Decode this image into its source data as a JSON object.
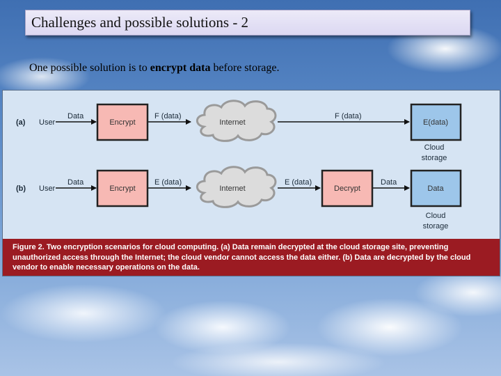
{
  "slide": {
    "title": "Challenges and possible solutions - 2",
    "subtitle_prefix": "One possible solution is to ",
    "subtitle_bold": "encrypt data",
    "subtitle_suffix": " before storage."
  },
  "figure": {
    "row_a": {
      "label": "(a)",
      "user": "User",
      "data_label": "Data",
      "encrypt": "Encrypt",
      "enc_out": "F (data)",
      "internet": "Internet",
      "after_internet": "F (data)",
      "storage_box": "E(data)",
      "storage_caption_1": "Cloud",
      "storage_caption_2": "storage"
    },
    "row_b": {
      "label": "(b)",
      "user": "User",
      "data_label": "Data",
      "encrypt": "Encrypt",
      "enc_out": "E (data)",
      "internet": "Internet",
      "after_internet": "E (data)",
      "decrypt": "Decrypt",
      "dec_out": "Data",
      "storage_box": "Data",
      "storage_caption_1": "Cloud",
      "storage_caption_2": "storage"
    },
    "caption_bold": "Figure 2. Two encryption scenarios for cloud computing. (a) Data remain decrypted at the cloud storage site, preventing unauthorized access through the Internet; the cloud vendor cannot access the data either. (b) Data are decrypted by the cloud vendor to enable necessary operations on the data.",
    "colors": {
      "encrypt_fill": "#f7b9b4",
      "storage_fill": "#9dc6ea",
      "caption_bg": "#9b1b22",
      "figure_bg": "#d6e4f3"
    }
  }
}
